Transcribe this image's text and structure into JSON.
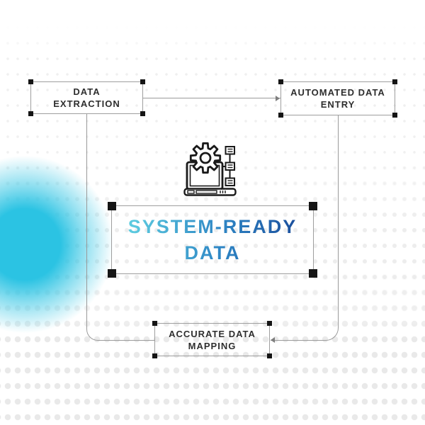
{
  "diagram_title": "SYSTEM-READY DATA",
  "nodes": {
    "data_extraction": {
      "line1": "DATA",
      "line2": "EXTRACTION"
    },
    "automated_data_entry": {
      "line1": "AUTOMATED DATA",
      "line2": "ENTRY"
    },
    "accurate_data_mapping": {
      "line1": "ACCURATE DATA",
      "line2": "MAPPING"
    }
  },
  "title": {
    "line1": "SYSTEM-READY",
    "line2": "DATA"
  },
  "icon": {
    "name": "laptop-gear-flow-icon"
  },
  "colors": {
    "gradient_start": "#5ecde0",
    "gradient_mid": "#2e86c5",
    "gradient_end": "#1b4f9d",
    "glow": "#2bc3e3",
    "line_gray": "#9a9a9a",
    "handle_black": "#151515",
    "label_text": "#2e2e2e",
    "background": "#ffffff"
  }
}
